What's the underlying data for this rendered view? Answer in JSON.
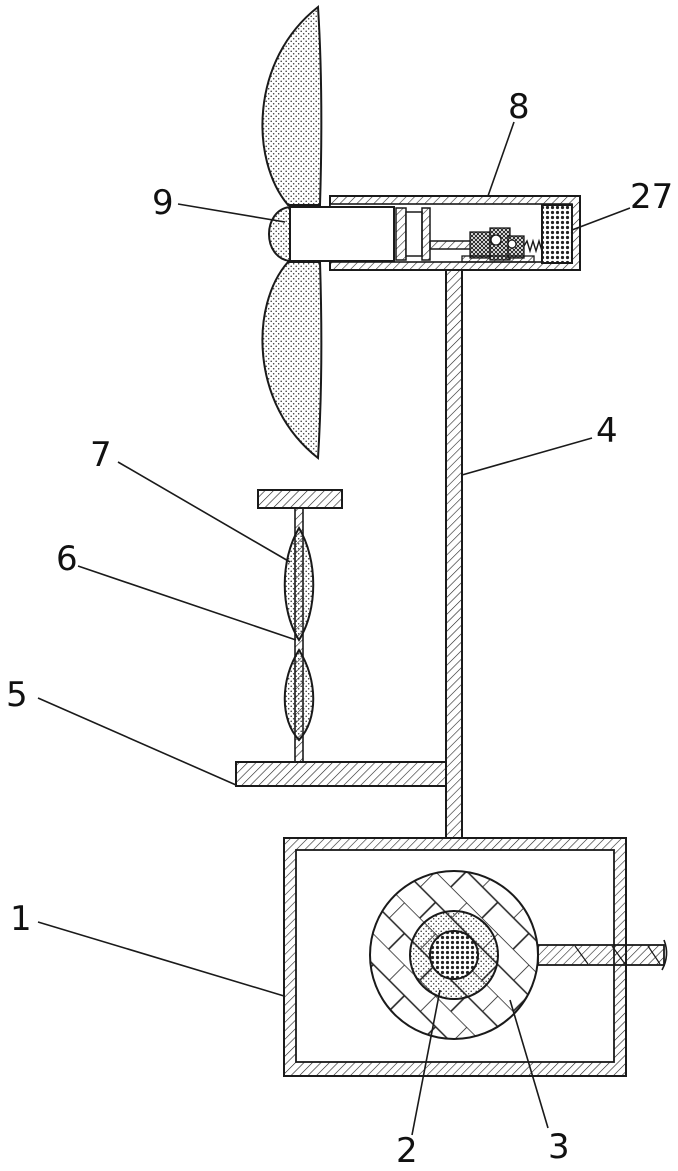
{
  "colors": {
    "stroke": "#1a1a1a",
    "hatch": "#222222",
    "stipple": "#333333",
    "background": "#ffffff"
  },
  "labels": {
    "fan": "9",
    "housing": "8",
    "motor_block": "27",
    "column": "4",
    "upper_spring": "7",
    "lower_spring": "6",
    "bracket": "5",
    "base_box": "1",
    "core": "2",
    "roller": "3"
  }
}
